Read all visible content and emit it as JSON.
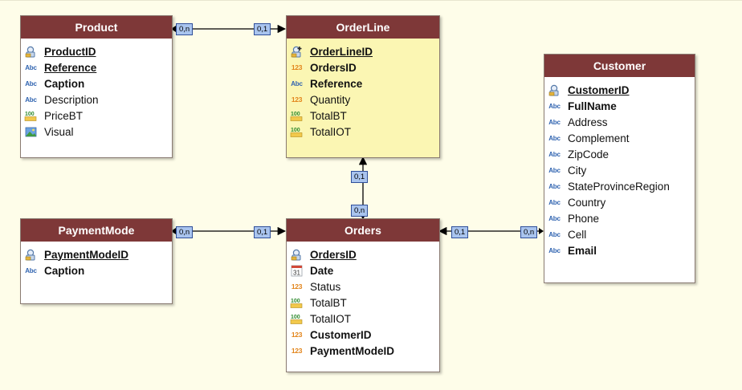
{
  "colors": {
    "background": "#fefde9",
    "header": "#7e3838",
    "selected_fill": "#fbf6b3",
    "cardinality_fill": "#a9c4ee",
    "line": "#000000"
  },
  "entities": {
    "product": {
      "title": "Product",
      "fields": [
        {
          "name": "ProductID",
          "type": "key-icon",
          "style": "key"
        },
        {
          "name": "Reference",
          "type": "abc-icon",
          "style": "key"
        },
        {
          "name": "Caption",
          "type": "abc-icon",
          "style": "bold"
        },
        {
          "name": "Description",
          "type": "abc-icon",
          "style": "normal"
        },
        {
          "name": "PriceBT",
          "type": "currency-icon",
          "style": "normal"
        },
        {
          "name": "Visual",
          "type": "image-icon",
          "style": "normal"
        }
      ]
    },
    "orderline": {
      "title": "OrderLine",
      "fields": [
        {
          "name": "OrderLineID",
          "type": "key-plus-icon",
          "style": "key"
        },
        {
          "name": "OrdersID",
          "type": "numeric-icon",
          "style": "bold"
        },
        {
          "name": "Reference",
          "type": "abc-icon",
          "style": "bold"
        },
        {
          "name": "Quantity",
          "type": "numeric-icon",
          "style": "normal"
        },
        {
          "name": "TotalBT",
          "type": "currency-icon",
          "style": "normal"
        },
        {
          "name": "TotalIOT",
          "type": "currency-icon",
          "style": "normal"
        }
      ]
    },
    "customer": {
      "title": "Customer",
      "fields": [
        {
          "name": "CustomerID",
          "type": "key-icon",
          "style": "key"
        },
        {
          "name": "FullName",
          "type": "abc-icon",
          "style": "bold"
        },
        {
          "name": "Address",
          "type": "abc-icon",
          "style": "normal"
        },
        {
          "name": "Complement",
          "type": "abc-icon",
          "style": "normal"
        },
        {
          "name": "ZipCode",
          "type": "abc-icon",
          "style": "normal"
        },
        {
          "name": "City",
          "type": "abc-icon",
          "style": "normal"
        },
        {
          "name": "StateProvinceRegion",
          "type": "abc-icon",
          "style": "normal"
        },
        {
          "name": "Country",
          "type": "abc-icon",
          "style": "normal"
        },
        {
          "name": "Phone",
          "type": "abc-icon",
          "style": "normal"
        },
        {
          "name": "Cell",
          "type": "abc-icon",
          "style": "normal"
        },
        {
          "name": "Email",
          "type": "abc-icon",
          "style": "bold"
        }
      ]
    },
    "paymentmode": {
      "title": "PaymentMode",
      "fields": [
        {
          "name": "PaymentModeID",
          "type": "key-icon",
          "style": "key"
        },
        {
          "name": "Caption",
          "type": "abc-icon",
          "style": "bold"
        }
      ]
    },
    "orders": {
      "title": "Orders",
      "fields": [
        {
          "name": "OrdersID",
          "type": "key-icon",
          "style": "key"
        },
        {
          "name": "Date",
          "type": "calendar-icon",
          "style": "bold"
        },
        {
          "name": "Status",
          "type": "numeric-icon",
          "style": "normal"
        },
        {
          "name": "TotalBT",
          "type": "currency-icon",
          "style": "normal"
        },
        {
          "name": "TotalIOT",
          "type": "currency-icon",
          "style": "normal"
        },
        {
          "name": "CustomerID",
          "type": "numeric-icon",
          "style": "bold"
        },
        {
          "name": "PaymentModeID",
          "type": "numeric-icon",
          "style": "bold"
        }
      ]
    }
  },
  "icon_text": {
    "abc": "Abc",
    "numeric": "123",
    "calendar": "31",
    "currency": "100"
  },
  "links": {
    "product_orderline": {
      "from_card": "0,n",
      "to_card": "0,1"
    },
    "orders_orderline": {
      "from_card": "0,n",
      "to_card": "0,1"
    },
    "paymentmode_orders": {
      "from_card": "0,n",
      "to_card": "0,1"
    },
    "customer_orders": {
      "from_card": "0,n",
      "to_card": "0,1"
    }
  }
}
